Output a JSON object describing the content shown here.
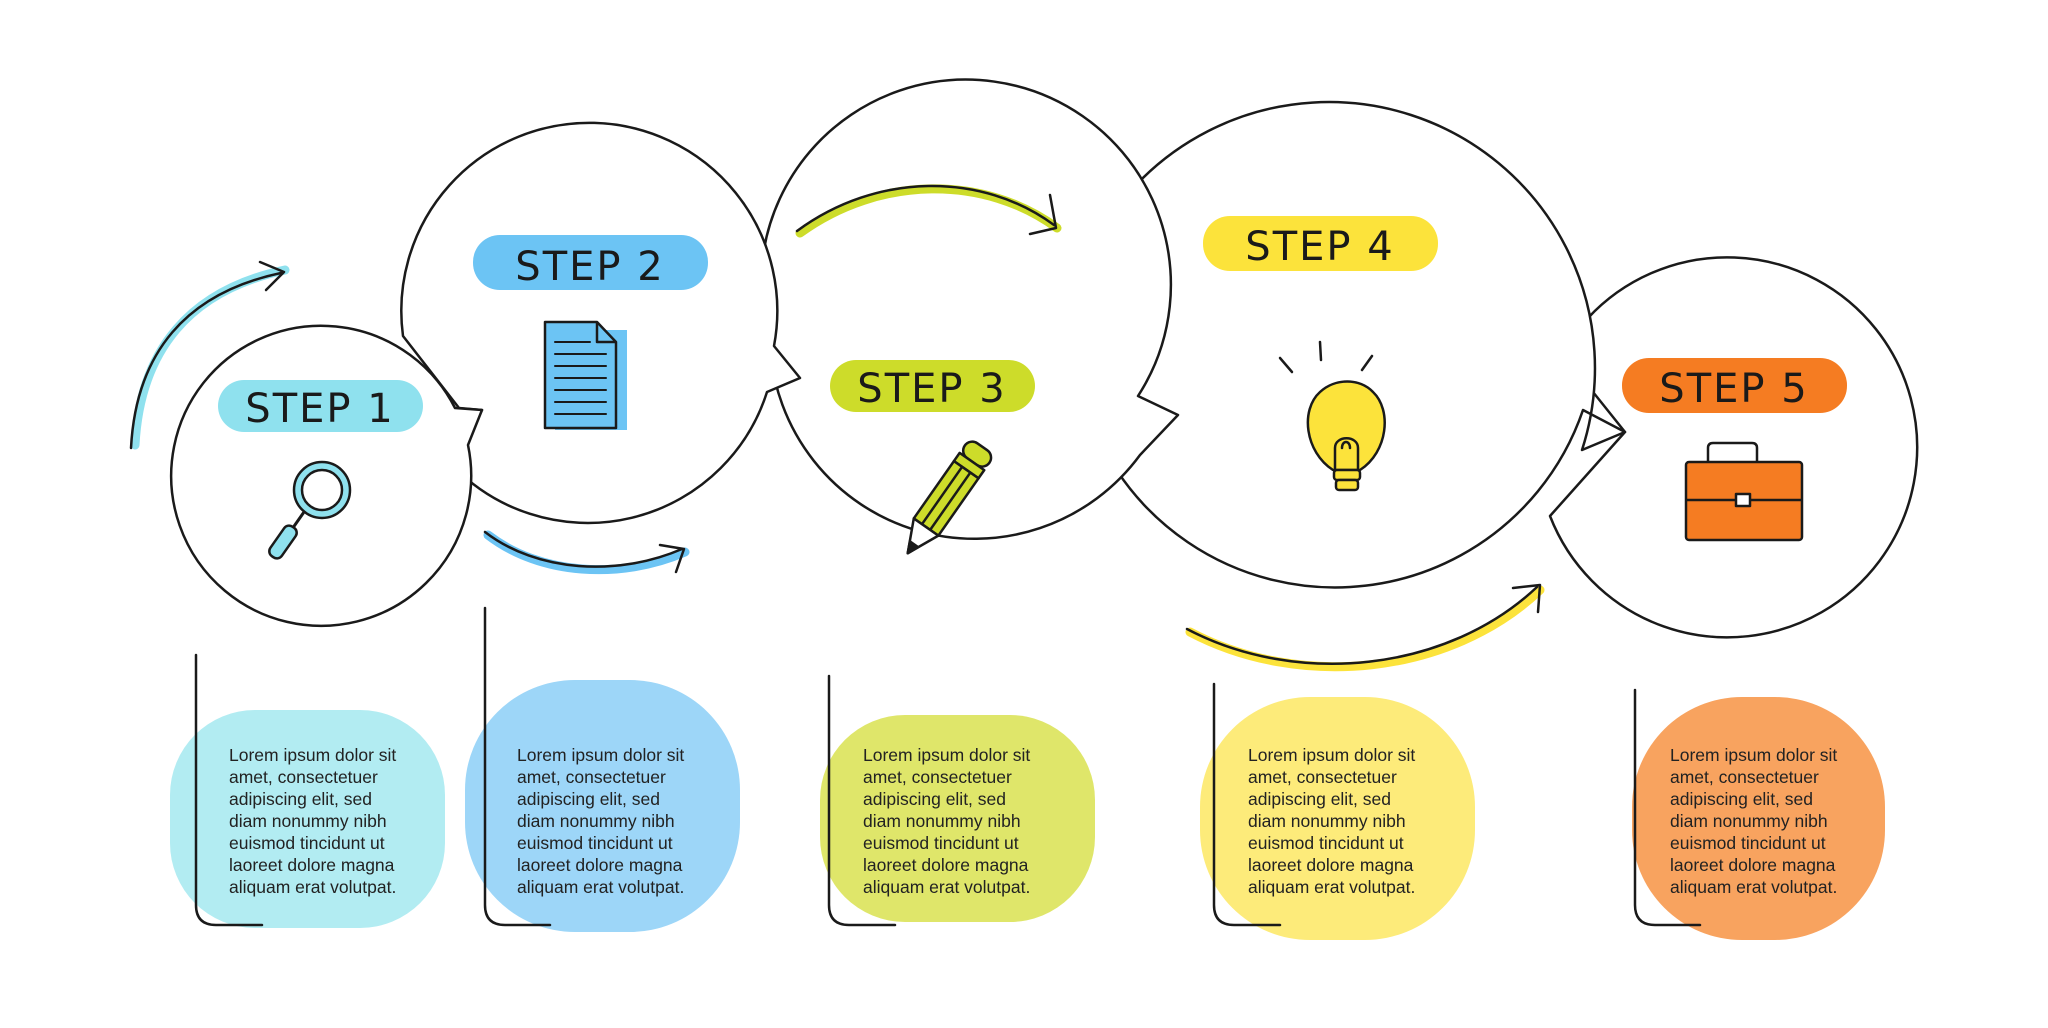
{
  "steps": [
    {
      "label": "STEP 1",
      "color": "#8fe1ee",
      "box_color": "#b2ecf2",
      "icon": "magnifier-icon",
      "text": "Lorem ipsum dolor sit\namet, consectetuer\nadipiscing elit, sed\ndiam nonummy nibh\neuismod tincidunt ut\nlaoreet dolore magna\naliquam erat volutpat."
    },
    {
      "label": "STEP 2",
      "color": "#6cc4f4",
      "box_color": "#9dd6f8",
      "icon": "document-icon",
      "text": "Lorem ipsum dolor sit\namet, consectetuer\nadipiscing elit, sed\ndiam nonummy nibh\neuismod tincidunt ut\nlaoreet dolore magna\naliquam erat volutpat."
    },
    {
      "label": "STEP 3",
      "color": "#cddc2a",
      "box_color": "#dfe66a",
      "icon": "pencil-icon",
      "text": "Lorem ipsum dolor sit\namet, consectetuer\nadipiscing elit, sed\ndiam nonummy nibh\neuismod tincidunt ut\nlaoreet dolore magna\naliquam erat volutpat."
    },
    {
      "label": "STEP 4",
      "color": "#fce33b",
      "box_color": "#fdeb7a",
      "icon": "lightbulb-icon",
      "text": "Lorem ipsum dolor sit\namet, consectetuer\nadipiscing elit, sed\ndiam nonummy nibh\neuismod tincidunt ut\nlaoreet dolore magna\naliquam erat volutpat."
    },
    {
      "label": "STEP 5",
      "color": "#f57c22",
      "box_color": "#f8a35f",
      "icon": "briefcase-icon",
      "text": "Lorem ipsum dolor sit\namet, consectetuer\nadipiscing elit, sed\ndiam nonummy nibh\neuismod tincidunt ut\nlaoreet dolore magna\naliquam erat volutpat."
    }
  ]
}
